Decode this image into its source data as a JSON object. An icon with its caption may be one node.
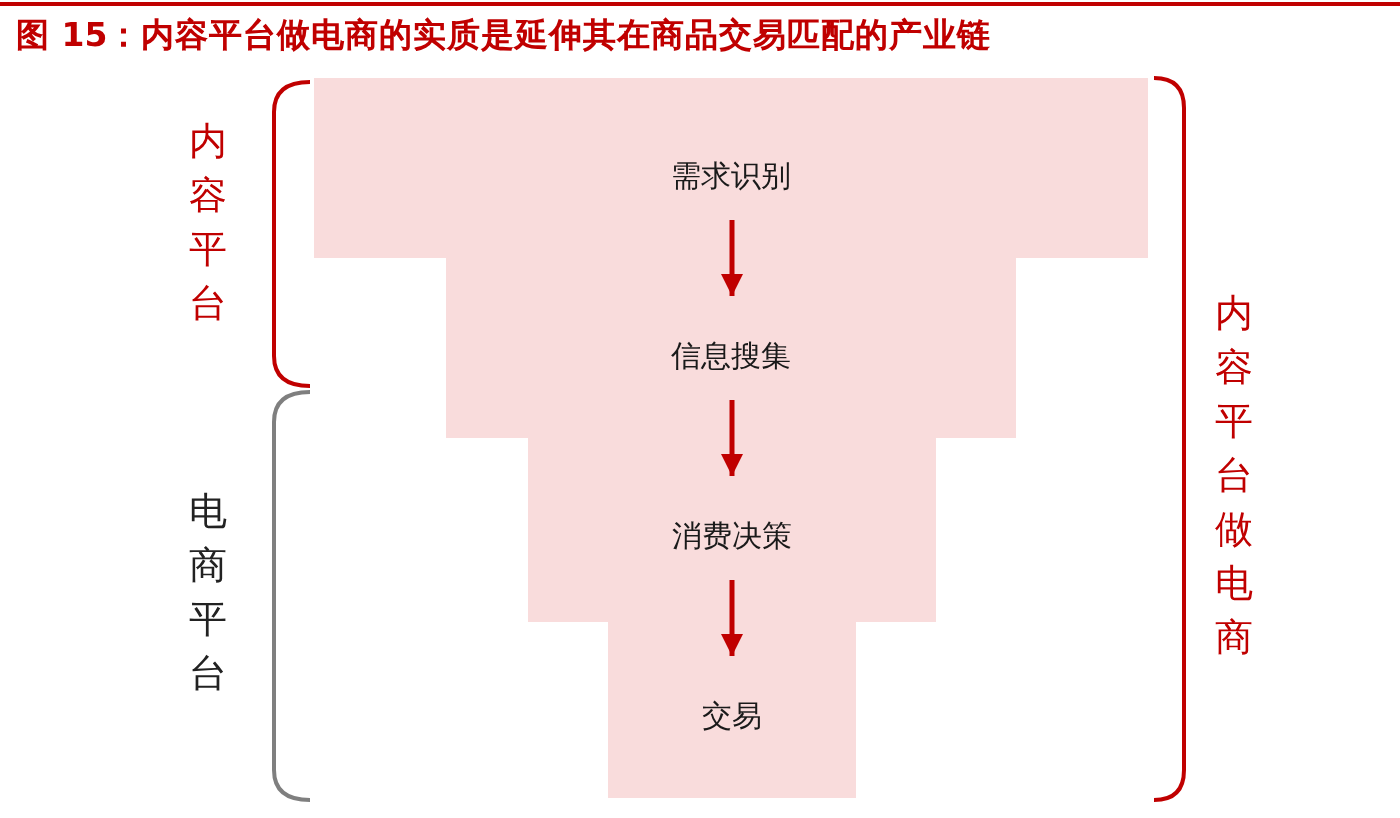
{
  "diagram": {
    "title": "图 15：内容平台做电商的实质是延伸其在商品交易匹配的产业链",
    "nodes": [
      {
        "text": [
          "需求识别"
        ]
      },
      {
        "text": [
          "信息搜集"
        ]
      },
      {
        "text": [
          "消费决策"
        ]
      },
      {
        "text": [
          "交易"
        ]
      }
    ],
    "edges": [
      {
        "from": 0,
        "to": 1,
        "arrow": "to"
      },
      {
        "from": 1,
        "to": 2,
        "arrow": "to"
      },
      {
        "from": 2,
        "to": 3,
        "arrow": "to"
      }
    ],
    "labels": [
      "内容平台",
      "电商平台",
      "内容平台做电商"
    ]
  }
}
